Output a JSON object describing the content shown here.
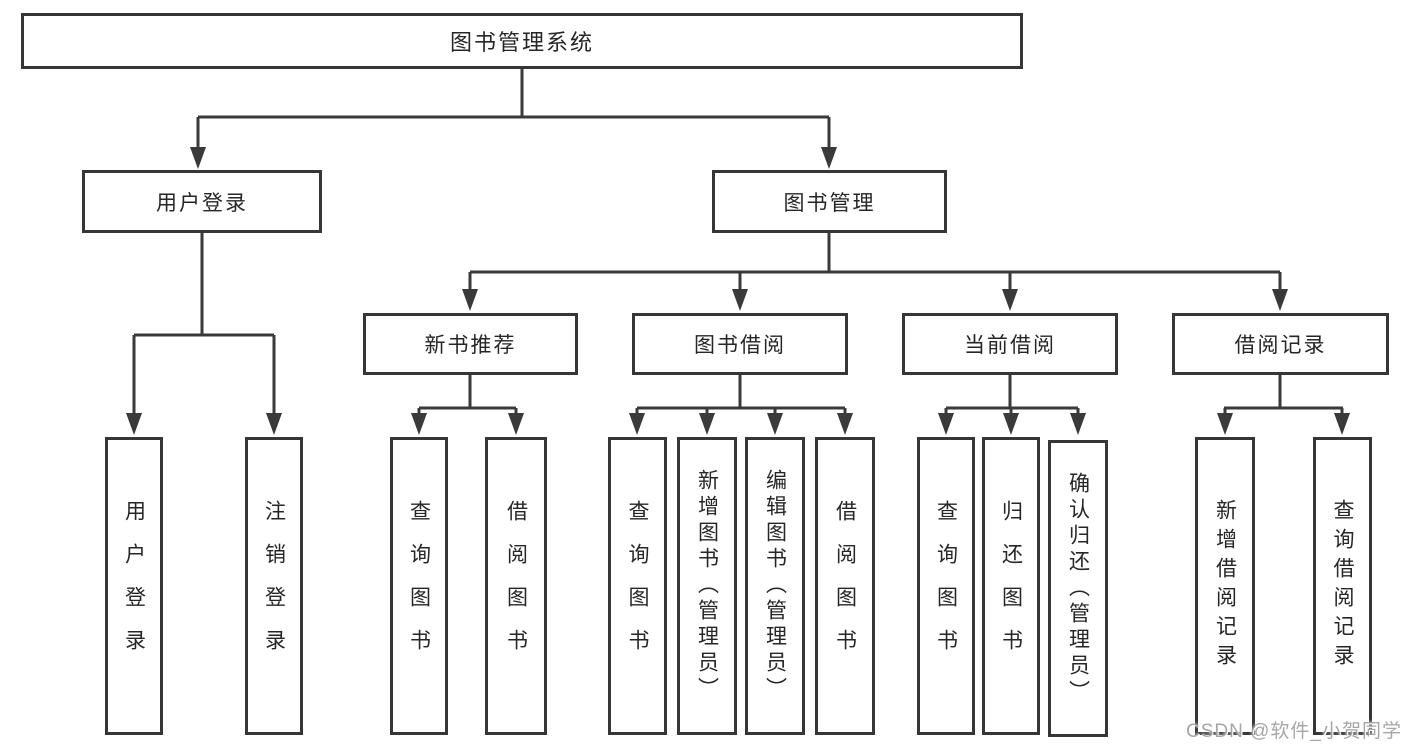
{
  "diagram": {
    "title": "图书管理系统",
    "branches": {
      "user_login": {
        "label": "用户登录",
        "children": [
          "用户登录",
          "注销登录"
        ]
      },
      "book_management": {
        "label": "图书管理",
        "sections": {
          "new_book_recommend": {
            "label": "新书推荐",
            "children": [
              "查询图书",
              "借阅图书"
            ]
          },
          "book_borrow": {
            "label": "图书借阅",
            "children": [
              "查询图书",
              "新增图书（管理员）",
              "编辑图书（管理员）",
              "借阅图书"
            ]
          },
          "current_borrow": {
            "label": "当前借阅",
            "children": [
              "查询图书",
              "归还图书",
              "确认归还（管理员）"
            ]
          },
          "borrow_records": {
            "label": "借阅记录",
            "children": [
              "新增借阅记录",
              "查询借阅记录"
            ]
          }
        }
      }
    }
  },
  "watermark": "CSDN @软件_小贺同学",
  "colors": {
    "line": "#3a3a3a",
    "border": "#363636",
    "text": "#262626",
    "watermark_gray": "#9e9e9e"
  }
}
